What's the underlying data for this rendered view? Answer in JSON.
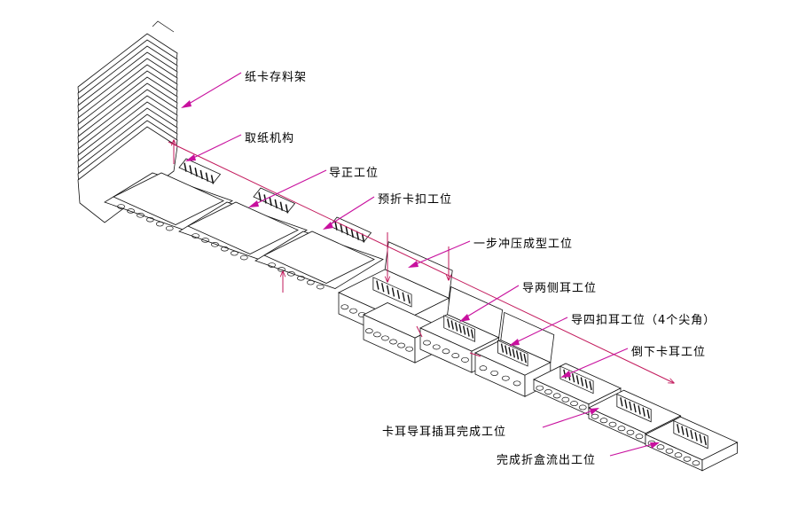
{
  "labels": {
    "magazine": "纸卡存料架",
    "pickup": "取纸机构",
    "guide": "导正工位",
    "prefold": "预折卡扣工位",
    "press": "一步冲压成型工位",
    "side_ears": "导两侧耳工位",
    "four_ears": "导四扣耳工位（4个尖角）",
    "down_ears": "倒下卡耳工位",
    "insert_ears": "卡耳导耳插耳完成工位",
    "output": "完成折盒流出工位"
  },
  "colors": {
    "pointer": "#c8109e",
    "flow": "#c2185b",
    "lines": "#111111"
  }
}
